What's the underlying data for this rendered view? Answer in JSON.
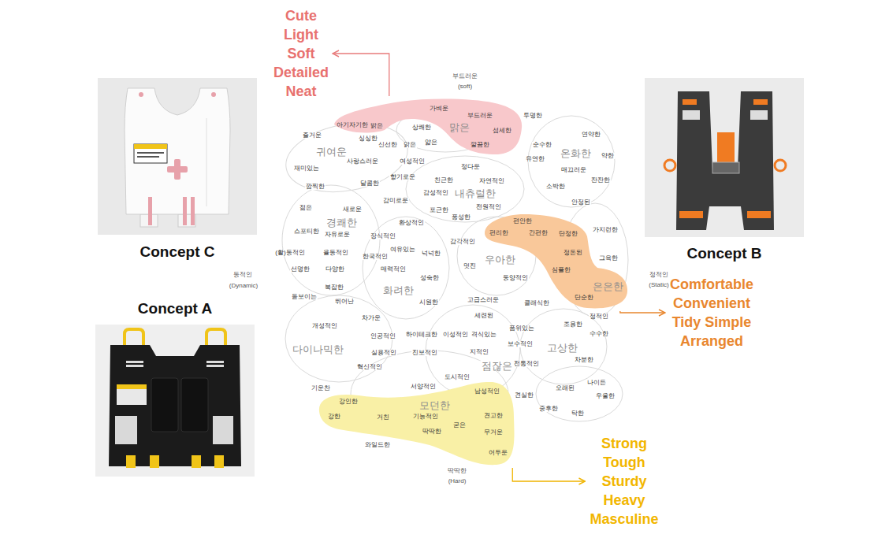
{
  "diagram": {
    "nodes": [
      {
        "text": [
          "Concept C"
        ]
      },
      {
        "text": [
          "Concept B"
        ]
      },
      {
        "text": [
          "Concept A"
        ]
      },
      {
        "text": [
          "아기자기한",
          "밝은",
          "가벼운",
          "부드러운",
          "맑은",
          "섬세한",
          "깔끔한"
        ]
      },
      {
        "text": [
          "편안한",
          "편리한",
          "간편한",
          "단정한",
          "정돈된",
          "심플한",
          "은은한",
          "단순한"
        ]
      },
      {
        "text": [
          "강인한",
          "남성적인",
          "모던한",
          "기능적인",
          "견고한",
          "강한",
          "거친",
          "굳은",
          "딱딱한",
          "무거운",
          "어두운"
        ]
      },
      {
        "text": [
          "Cute Light Soft Detailed Neat"
        ]
      },
      {
        "text": [
          "Comfortable Convenient Tidy Simple Arranged"
        ]
      },
      {
        "text": [
          "Strong Tough Sturdy Heavy Masculine"
        ]
      }
    ],
    "edges": [
      {
        "from": 3,
        "to": 6,
        "arrow": "to"
      },
      {
        "from": 4,
        "to": 7,
        "arrow": "to"
      },
      {
        "from": 5,
        "to": 8,
        "arrow": "to"
      }
    ],
    "labels": [
      "부드러운",
      "(soft)",
      "투명한",
      "상쾌한",
      "즐거운",
      "싱싱한",
      "연약한",
      "귀여운",
      "신선한",
      "맑은",
      "얇은",
      "순수한",
      "온화한",
      "약한",
      "유연한",
      "사랑스러운",
      "여성적인",
      "재미있는",
      "정다운",
      "매끄러운",
      "향기로운",
      "친근한",
      "자연적인",
      "잔잔한",
      "깜찍한",
      "달콤한",
      "소박한",
      "내츄럴한",
      "감성적인",
      "감미로운",
      "안정된",
      "전원적인",
      "젊은",
      "새로운",
      "포근한",
      "풍성한",
      "경쾌한",
      "환상적인",
      "가지런한",
      "스포티한",
      "자유로운",
      "장식적인",
      "감각적인",
      "여유있는",
      "(활)동적인",
      "율동적인",
      "넉넉한",
      "한국적인",
      "그윽한",
      "우아한",
      "멋진",
      "매력적인",
      "선명한",
      "다양한",
      "동양적인",
      "성숙한",
      "동적인",
      "(Dynamic)",
      "정적인",
      "(Static)",
      "복잡한",
      "화려한",
      "돋보이는",
      "뛰어난",
      "시원한",
      "고급스러운",
      "클래식한",
      "정적인",
      "세련된",
      "차가운",
      "조용한",
      "개성적인",
      "품위있는",
      "수수한",
      "하이테크한",
      "이성적인",
      "격식있는",
      "인공적인",
      "보수적인",
      "고상한",
      "다이나믹한",
      "실용적인",
      "진보적인",
      "지적인",
      "차분한",
      "점잖은",
      "전통적인",
      "혁신적인",
      "도시적인",
      "나이든",
      "서양적인",
      "오래된",
      "기운찬",
      "견실한",
      "우울한",
      "중후한",
      "탁한",
      "와일드한",
      "딱딱한",
      "(Hard)"
    ]
  }
}
